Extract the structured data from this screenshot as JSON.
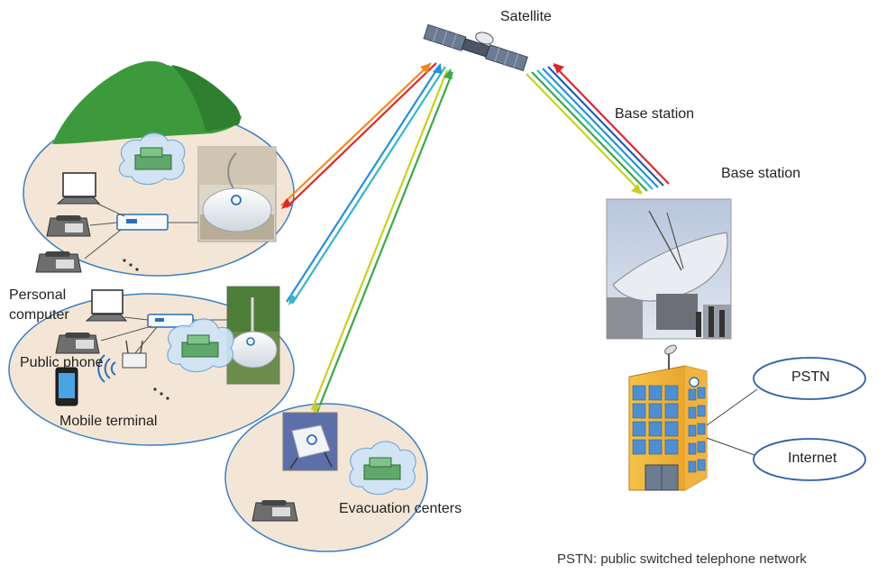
{
  "labels": {
    "satellite": "Satellite",
    "base_station_1": "Base station",
    "base_station_2": "Base station",
    "pstn": "PSTN",
    "internet": "Internet",
    "personal_computer_1": "Personal",
    "personal_computer_2": "computer",
    "public_phone": "Public phone",
    "mobile_terminal": "Mobile terminal",
    "evacuation_centers": "Evacuation centers",
    "footnote": "PSTN: public switched telephone network"
  },
  "colors": {
    "link_red": "#e0262b",
    "link_orange": "#f08a1c",
    "link_blue": "#2a8fd6",
    "link_cyan": "#37b6c8",
    "link_green": "#3aa94a",
    "link_yellow": "#c9cf22",
    "area_fill": "#f4e6d6",
    "area_stroke": "#3c7fc1",
    "mountain": "#3c9a3c",
    "bubble": "#2f5fa8"
  },
  "icons": {
    "satellite": "satellite-icon",
    "dish": "satellite-dish-icon",
    "router": "modem-icon",
    "laptop": "laptop-icon",
    "phone": "desk-phone-icon",
    "mobile": "smartphone-icon",
    "wifi": "wifi-icon",
    "building": "building-icon",
    "generator": "generator-icon"
  }
}
